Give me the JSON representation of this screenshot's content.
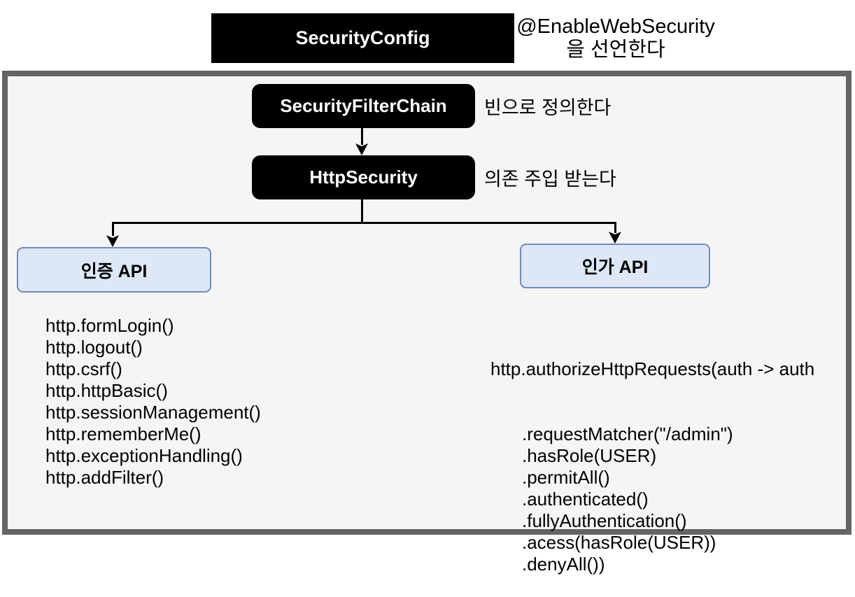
{
  "header": {
    "class_box_label": "SecurityConfig",
    "note_line1": "@EnableWebSecurity",
    "note_line2": "을 선언한다"
  },
  "flow": {
    "filter_chain": {
      "label": "SecurityFilterChain",
      "note": "빈으로 정의한다"
    },
    "http_security": {
      "label": "HttpSecurity",
      "note": "의존 주입 받는다"
    },
    "authentication_api": {
      "label": "인증 API"
    },
    "authorization_api": {
      "label": "인가 API"
    }
  },
  "authentication_methods": [
    "http.formLogin()",
    "http.logout()",
    "http.csrf()",
    "http.httpBasic()",
    "http.sessionManagement()",
    "http.rememberMe()",
    "http.exceptionHandling()",
    "http.addFilter()"
  ],
  "authorization_code": {
    "first_line": "http.authorizeHttpRequests(auth -> auth",
    "chained_lines": [
      ".requestMatcher(\"/admin\")",
      ".hasRole(USER)",
      ".permitAll()",
      ".authenticated()",
      ".fullyAuthentication()",
      ".acess(hasRole(USER))",
      ".denyAll())"
    ]
  },
  "colors": {
    "node_black": "#000000",
    "node_text": "#ffffff",
    "api_fill": "#dde7f6",
    "api_border": "#7389bd",
    "container_border": "#646464",
    "container_fill": "#f5f5f5",
    "line": "#000000",
    "text": "#000000"
  }
}
